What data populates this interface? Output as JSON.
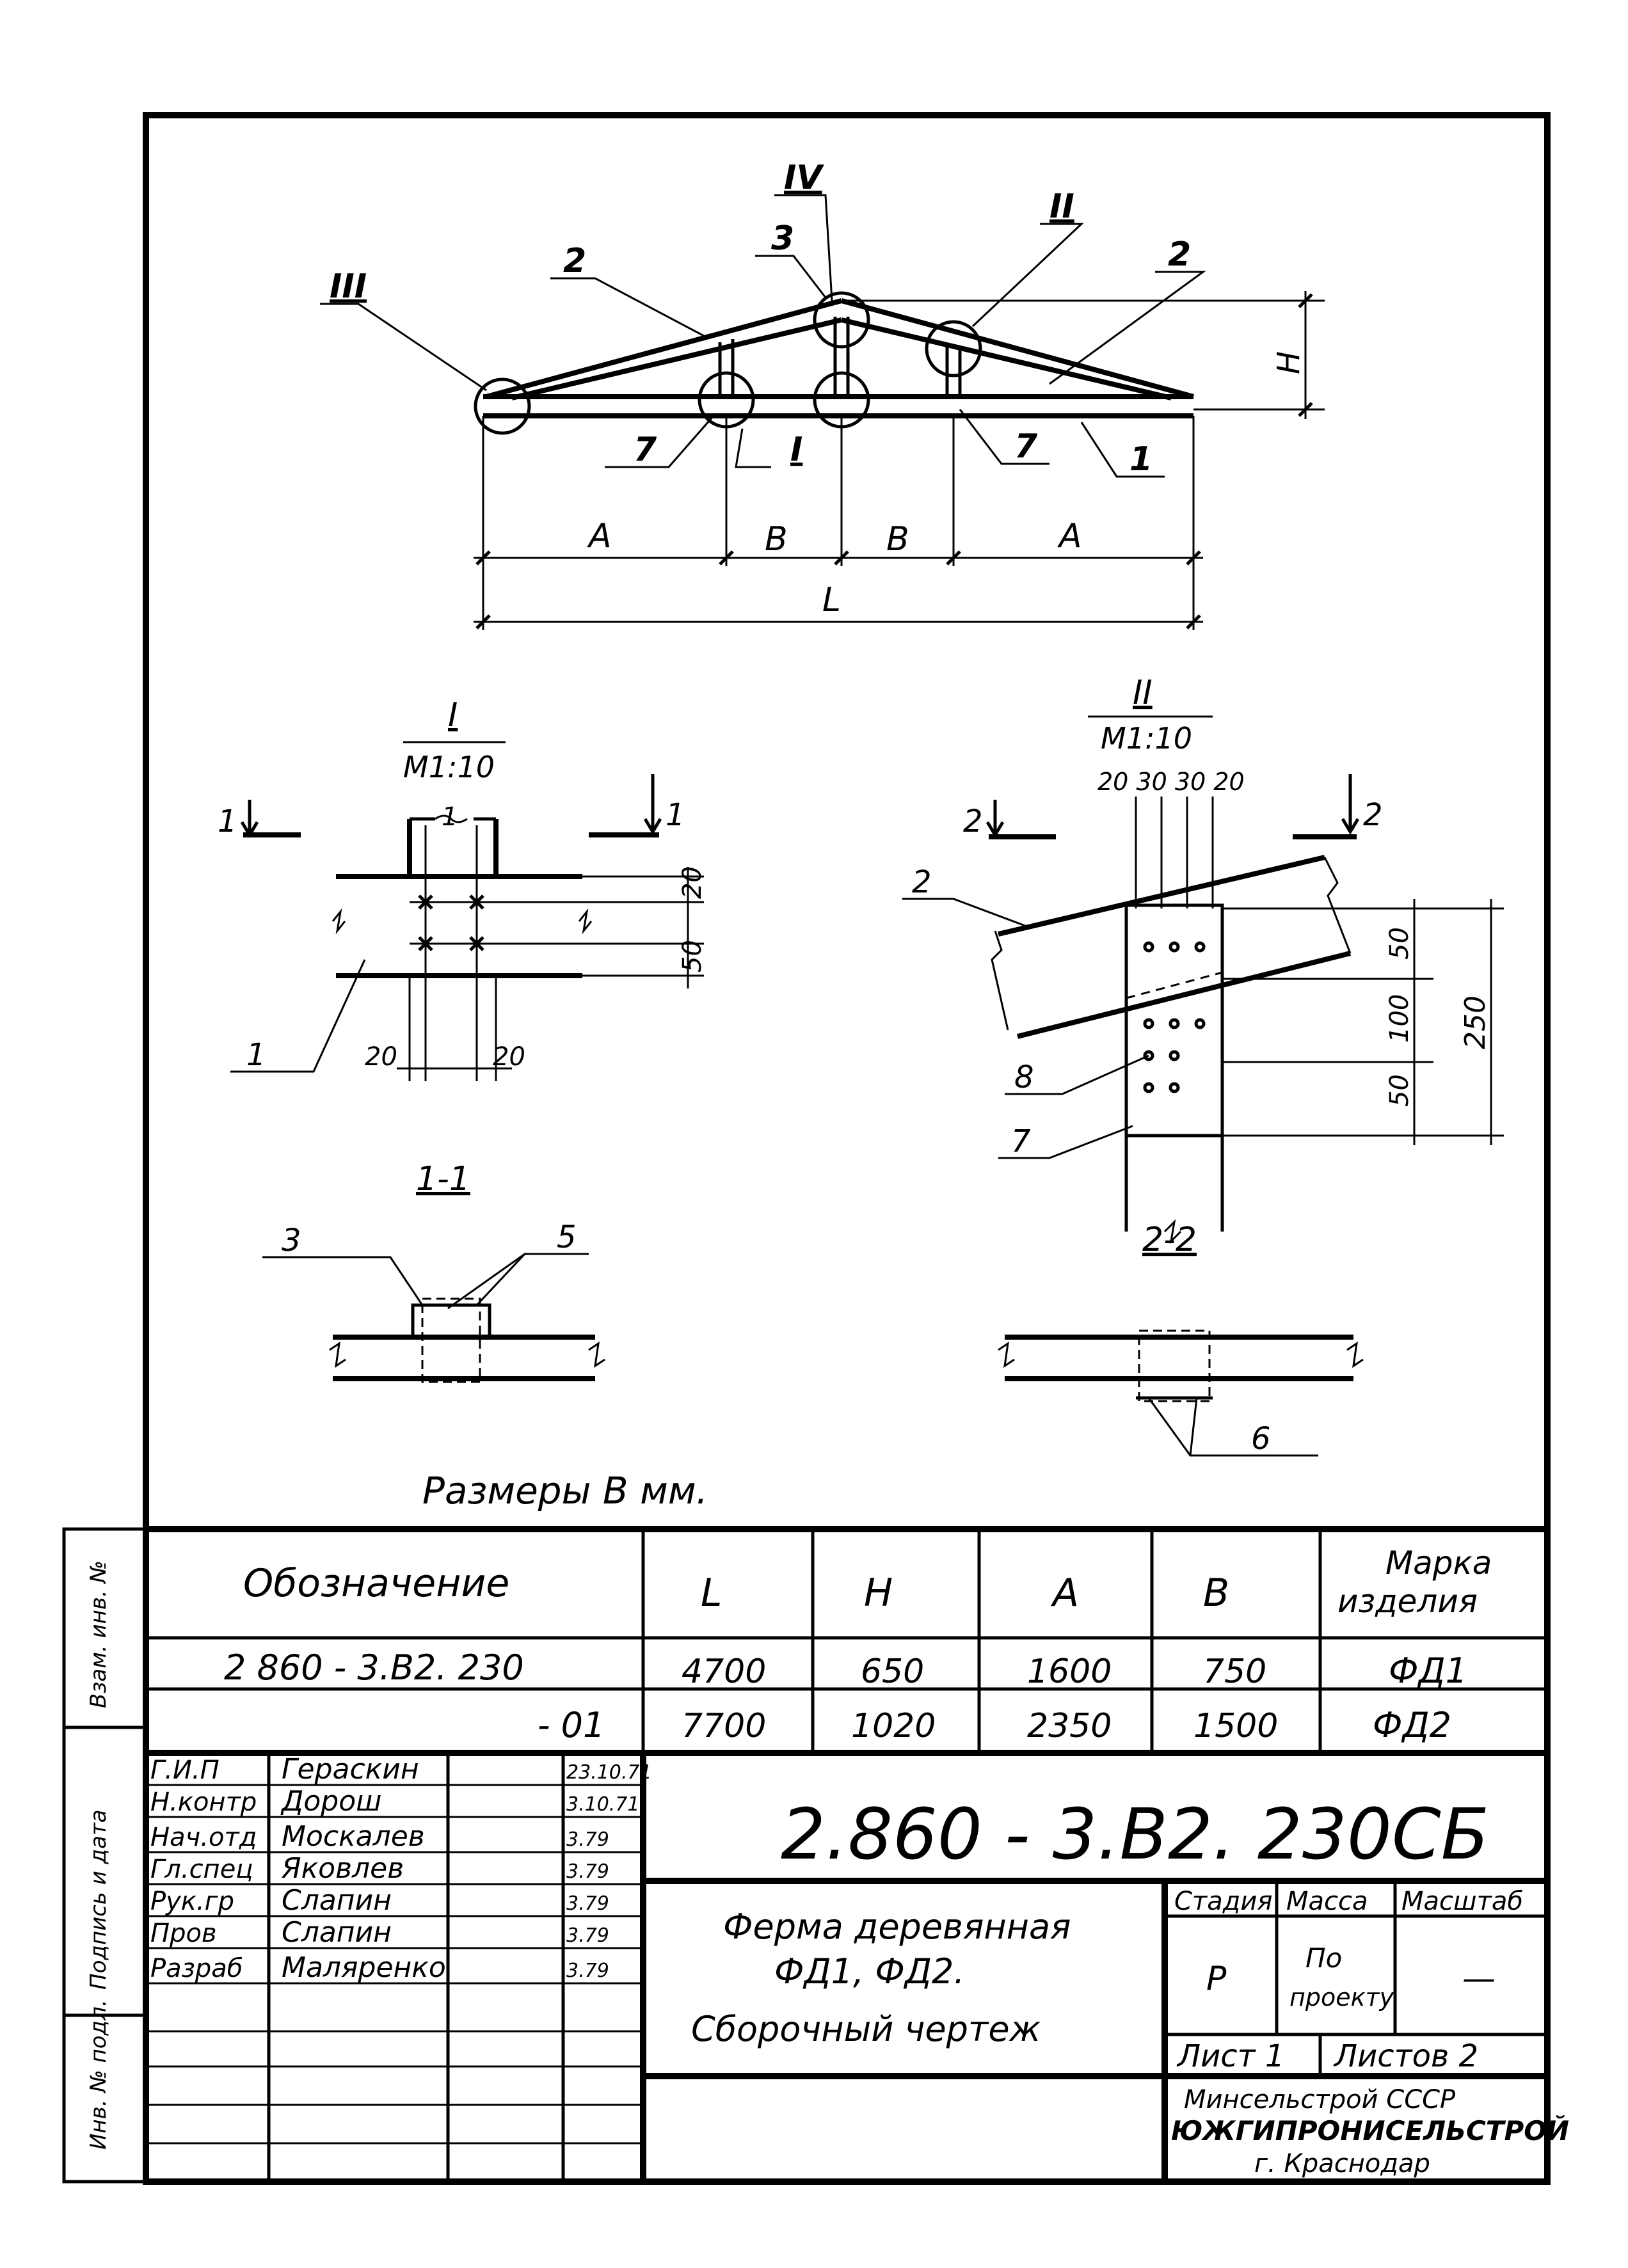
{
  "truss": {
    "node_labels": [
      "IV",
      "3",
      "II",
      "2",
      "III",
      "2",
      "7",
      "I",
      "7",
      "1"
    ],
    "dims": {
      "A_left": "A",
      "B_left": "B",
      "B_right": "B",
      "A_right": "A",
      "L": "L",
      "H": "H"
    }
  },
  "detail_I": {
    "title": "I",
    "scale": "М1:10",
    "section_left": "1",
    "section_right": "1",
    "dim_right_top": "20",
    "dim_right_bottom": "50",
    "dim_bottom_left": "20",
    "dim_bottom_right": "20",
    "part_left": "1",
    "part_bottom": "1"
  },
  "detail_II": {
    "title": "II",
    "scale": "М1:10",
    "top_dims": "20 30 30 20",
    "section_left": "2",
    "section_right": "2",
    "dim_50_top": "50",
    "dim_100": "100",
    "dim_50_bottom": "50",
    "dim_250": "250",
    "part_2": "2",
    "part_8": "8",
    "part_7": "7"
  },
  "section_1_1": {
    "title": "1-1",
    "part_3": "3",
    "part_5": "5"
  },
  "section_2_2": {
    "title": "2-2",
    "part_6": "6"
  },
  "units_note": "Размеры  В  мм.",
  "spec_table": {
    "headers": {
      "designation": "Обозначение",
      "L": "L",
      "H": "H",
      "A": "A",
      "B": "B",
      "mark": "Марка\nизделия"
    },
    "rows": [
      {
        "designation": "2 860 - 3.В2. 230",
        "L": "4700",
        "H": "650",
        "A": "1600",
        "B": "750",
        "mark": "ФД1"
      },
      {
        "designation": "- 01",
        "L": "7700",
        "H": "1020",
        "A": "2350",
        "B": "1500",
        "mark": "ФД2"
      }
    ]
  },
  "title_block": {
    "doc_code": "2.860 - 3.В2. 230СБ",
    "title_lines": [
      "Ферма деревянная",
      "ФД1,   ФД2.",
      "Сборочный   чертеж"
    ],
    "stage_label": "Стадия",
    "mass_label": "Масса",
    "scale_label": "Масштаб",
    "stage_value": "Р",
    "mass_value": "По\nпроекту",
    "scale_value": "—",
    "sheet_label": "Лист 1",
    "sheets_label": "Листов 2",
    "org_lines": [
      "Минсельстрой СССР",
      "ЮЖГИПРОНИСЕЛЬСТРОЙ",
      "г. Краснодар"
    ],
    "signers": [
      {
        "role": "Г.И.П",
        "name": "Гераскин",
        "date": "23.10.71"
      },
      {
        "role": "Н.контр",
        "name": "Дорош",
        "date": "3.10.71"
      },
      {
        "role": "Нач.отд",
        "name": "Москалев",
        "date": "3.79"
      },
      {
        "role": "Гл.спец",
        "name": "Яковлев",
        "date": "3.79"
      },
      {
        "role": "Рук.гр",
        "name": "Слапин",
        "date": "3.79"
      },
      {
        "role": "Пров",
        "name": "Слапин",
        "date": "3.79"
      },
      {
        "role": "Разраб",
        "name": "Маляренко",
        "date": "3.79"
      }
    ]
  },
  "side_stamp": {
    "inv_no": "Инв. № подл.",
    "sign_date": "Подпись и дата",
    "replaced_inv": "Взам. инв. №"
  }
}
